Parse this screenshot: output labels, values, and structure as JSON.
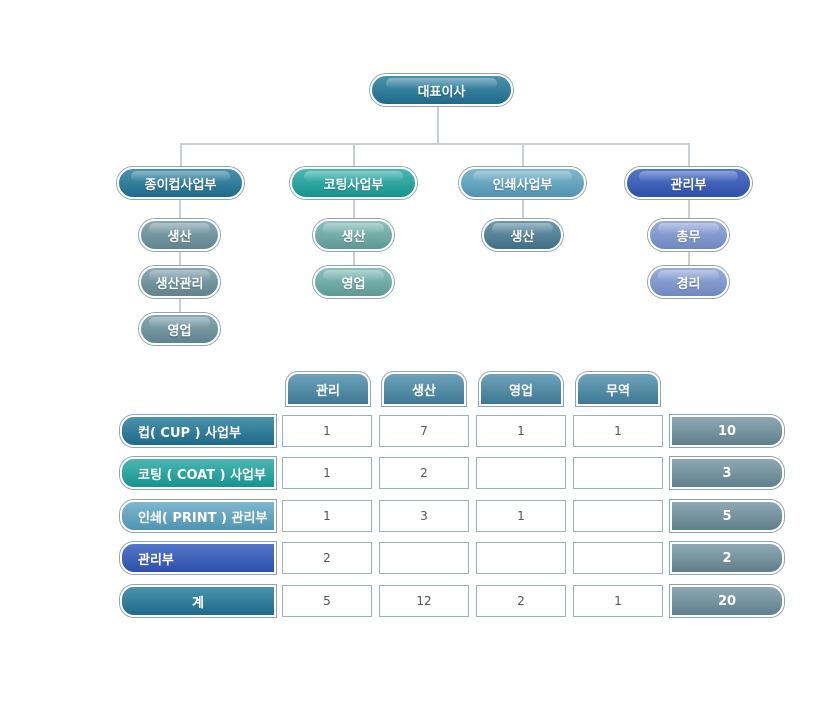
{
  "org": {
    "ceo": "대표이사",
    "divisions": [
      {
        "name": "종이컵사업부",
        "color": "#1e6a8a",
        "children": [
          "생산",
          "생산관리",
          "영업"
        ]
      },
      {
        "name": "코팅사업부",
        "color": "#16938f",
        "children": [
          "생산",
          "영업"
        ]
      },
      {
        "name": "인쇄사업부",
        "color": "#4f93b1",
        "children": [
          "생산"
        ]
      },
      {
        "name": "관리부",
        "color": "#2f4fa8",
        "children": [
          "총무",
          "경리"
        ]
      }
    ]
  },
  "table": {
    "columns": [
      "관리",
      "생산",
      "영업",
      "무역"
    ],
    "rows": [
      {
        "label": "컵( CUP ) 사업부",
        "values": [
          "1",
          "7",
          "1",
          "1"
        ],
        "total": "10"
      },
      {
        "label": "코팅 ( COAT ) 사업부",
        "values": [
          "1",
          "2",
          "",
          ""
        ],
        "total": "3"
      },
      {
        "label": "인쇄( PRINT ) 관리부",
        "values": [
          "1",
          "3",
          "1",
          ""
        ],
        "total": "5"
      },
      {
        "label": "관리부",
        "values": [
          "2",
          "",
          "",
          ""
        ],
        "total": "2"
      },
      {
        "label": "계",
        "values": [
          "5",
          "12",
          "2",
          "1"
        ],
        "total": "20"
      }
    ]
  }
}
